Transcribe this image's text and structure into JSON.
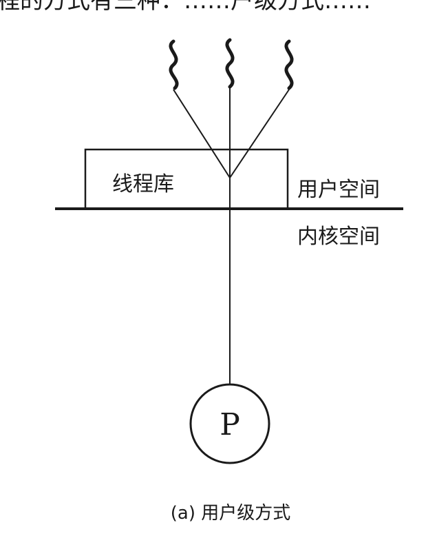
{
  "diagram": {
    "box_label": "线程库",
    "user_space_label": "用户空间",
    "kernel_space_label": "内核空间",
    "process_label": "P",
    "caption": "(a) 用户级方式",
    "top_cropped_text": "程的方式有三种：……户级方式……"
  }
}
